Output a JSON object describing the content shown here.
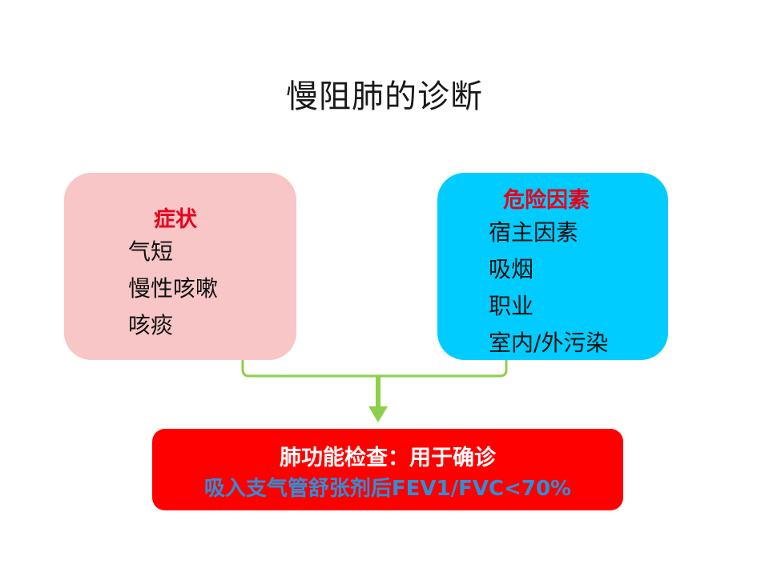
{
  "title": "慢阻肺的诊断",
  "symptoms": {
    "heading": "症状",
    "items": [
      "气短",
      "慢性咳嗽",
      "咳痰"
    ]
  },
  "risk_factors": {
    "heading": "危险因素",
    "items": [
      "宿主因素",
      "吸烟",
      "职业",
      "室内/外污染"
    ]
  },
  "result": {
    "line1": "肺功能检查：用于确诊",
    "line2": "吸入支气管舒张剂后FEV1/FVC<70%"
  },
  "colors": {
    "symptoms_bg": "#f8c6c6",
    "risk_bg": "#00ccff",
    "result_bg": "#ff0000",
    "heading_red": "#e8001c",
    "connector_green": "#8ccf4a",
    "result_line2": "#2e8fd8"
  }
}
